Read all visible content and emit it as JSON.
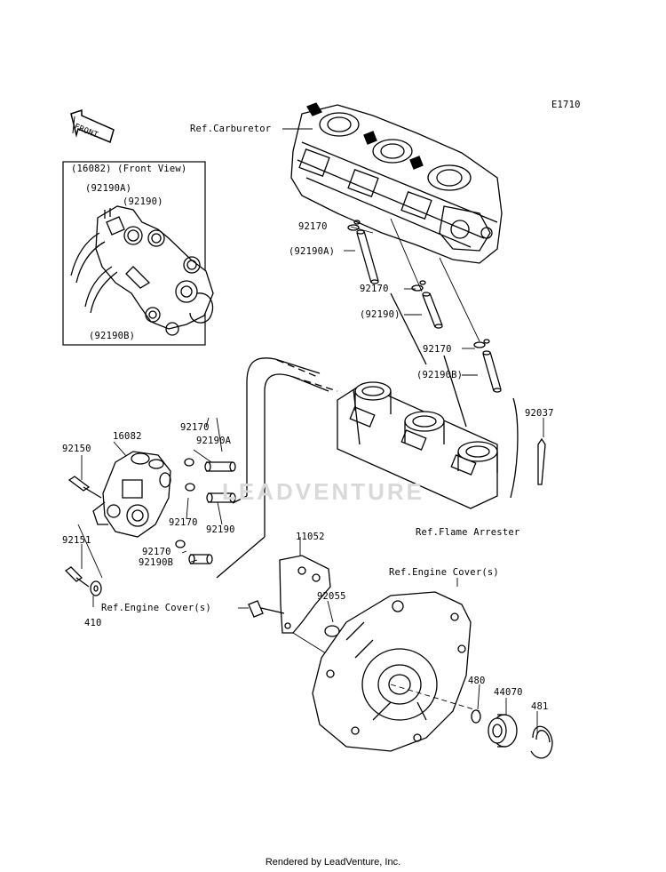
{
  "diagram_code": "E1710",
  "front_arrow": "FRONT",
  "inset": {
    "title": "(16082)  (Front View)",
    "part_a": "(92190A)",
    "part_main": "(92190)",
    "part_b": "(92190B)"
  },
  "refs": {
    "carburetor": "Ref.Carburetor",
    "flame_arrester": "Ref.Flame Arrester",
    "engine_cover_right": "Ref.Engine Cover(s)",
    "engine_cover_left": "Ref.Engine Cover(s)"
  },
  "parts": {
    "p92170_1": "92170",
    "p92190A_1": "(92190A)",
    "p92170_2": "92170",
    "p92190_1": "(92190)",
    "p92170_3": "92170",
    "p92190B_1": "(92190B)",
    "p92037": "92037",
    "p92170_4": "92170",
    "p92190A_2": "92190A",
    "p16082": "16082",
    "p92150": "92150",
    "p92170_5": "92170",
    "p92190_2": "92190",
    "p92151": "92151",
    "p92170_6": "92170",
    "p92190B_2": "92190B",
    "p410": "410",
    "p11052": "11052",
    "p92055": "92055",
    "p480": "480",
    "p44070": "44070",
    "p481": "481"
  },
  "watermark": "LEADVENTURE",
  "footer": "Rendered by LeadVenture, Inc."
}
